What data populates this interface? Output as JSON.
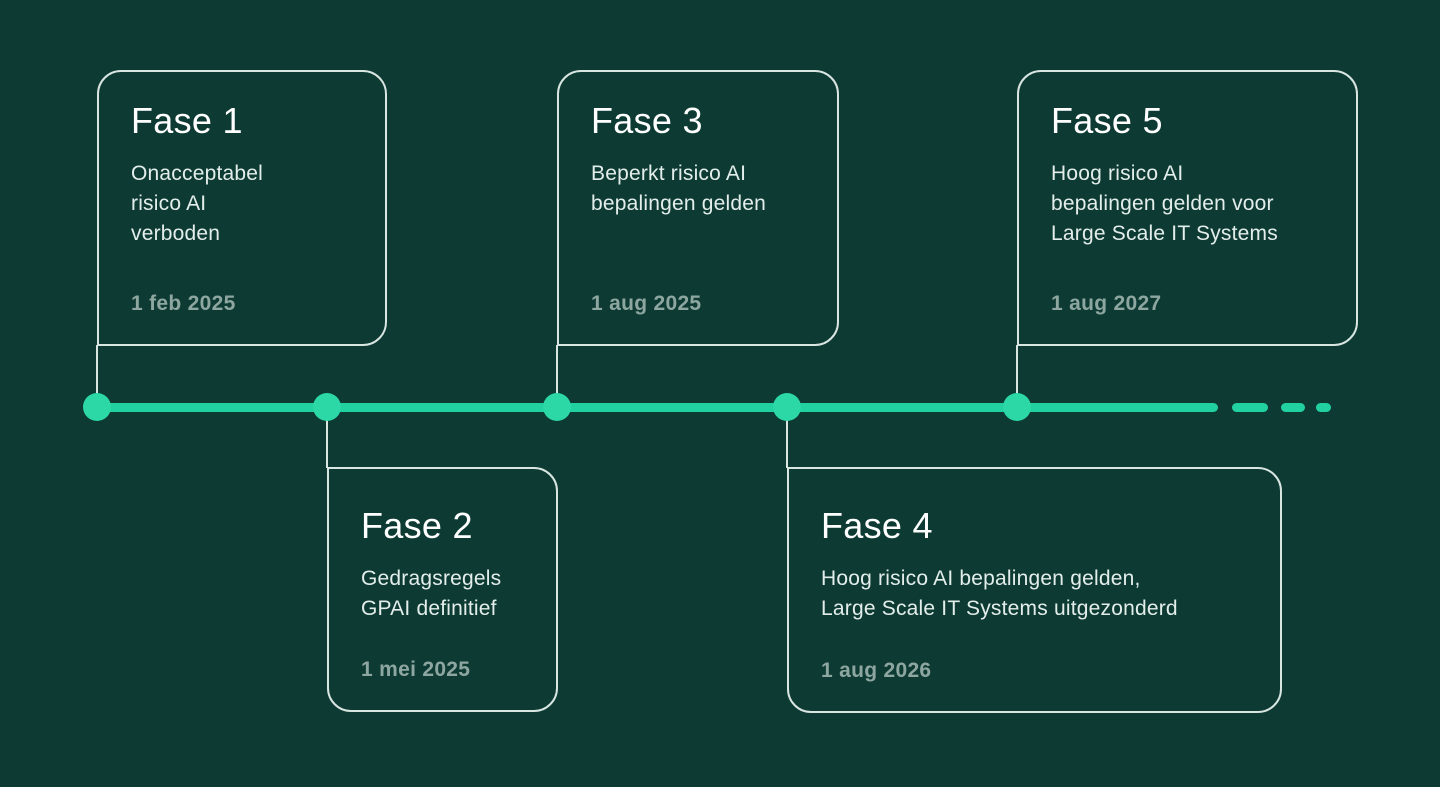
{
  "diagram": {
    "type": "timeline",
    "language": "nl",
    "subject": "AI-verordening fasering (EU AI Act implementatie)",
    "background_color": "#0D3B34",
    "accent_color": "#22D1A0",
    "dot_color": "#2BD8A6",
    "card_border_color": "#D8E5E1",
    "title_color": "#FFFFFF",
    "body_color": "#E3EDEA",
    "date_color": "#8EA6A0"
  },
  "phases": [
    {
      "title": "Fase 1",
      "description": "Onacceptabel\nrisico AI\nverboden",
      "date": "1 feb 2025",
      "position": "above"
    },
    {
      "title": "Fase 2",
      "description": "Gedragsregels\nGPAI definitief",
      "date": "1 mei 2025",
      "position": "below"
    },
    {
      "title": "Fase 3",
      "description": "Beperkt risico AI\nbepalingen gelden",
      "date": "1 aug 2025",
      "position": "above"
    },
    {
      "title": "Fase 4",
      "description": "Hoog risico AI bepalingen gelden,\nLarge Scale IT Systems uitgezonderd",
      "date": "1 aug 2026",
      "position": "below"
    },
    {
      "title": "Fase 5",
      "description": "Hoog risico AI\nbepalingen gelden voor\nLarge Scale IT Systems",
      "date": "1 aug 2027",
      "position": "above"
    }
  ]
}
